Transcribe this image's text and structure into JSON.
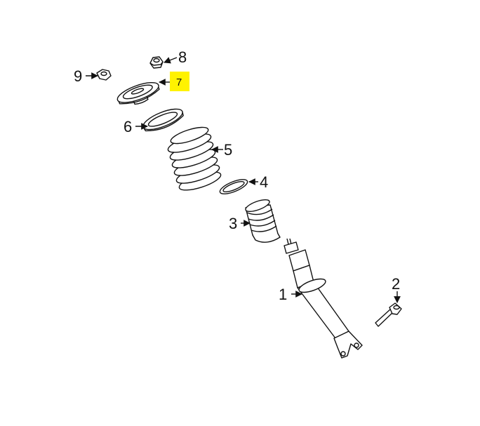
{
  "diagram": {
    "highlight_color": "#fff200",
    "callouts": [
      {
        "id": "1",
        "label": "1",
        "part": "shock-absorber"
      },
      {
        "id": "2",
        "label": "2",
        "part": "bolt"
      },
      {
        "id": "3",
        "label": "3",
        "part": "bump-stop"
      },
      {
        "id": "4",
        "label": "4",
        "part": "lower-insulator"
      },
      {
        "id": "5",
        "label": "5",
        "part": "coil-spring"
      },
      {
        "id": "6",
        "label": "6",
        "part": "upper-insulator"
      },
      {
        "id": "7",
        "label": "7",
        "part": "upper-mount",
        "highlighted": true
      },
      {
        "id": "8",
        "label": "8",
        "part": "nut"
      },
      {
        "id": "9",
        "label": "9",
        "part": "nut"
      }
    ]
  }
}
